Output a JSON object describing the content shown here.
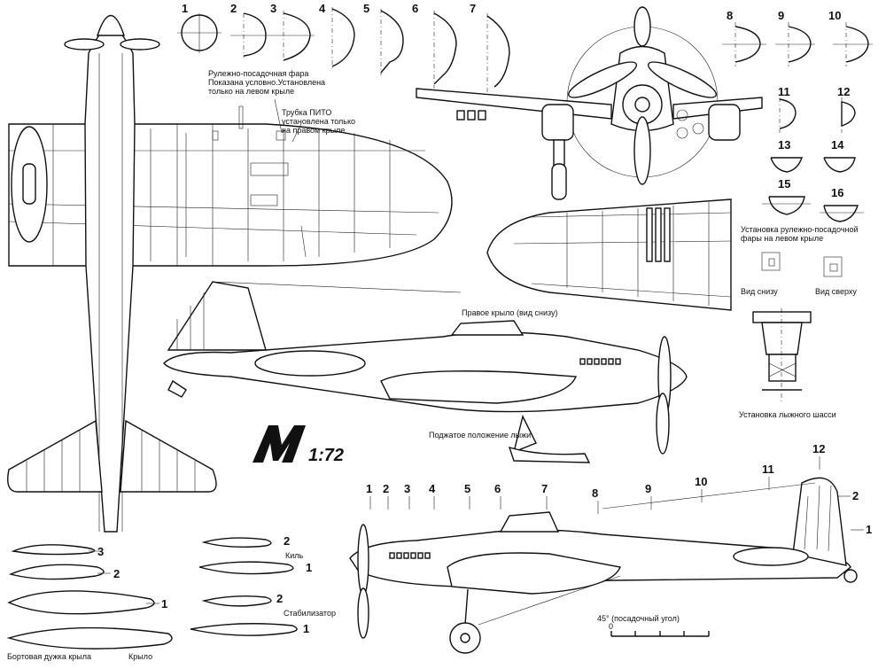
{
  "section_numbers_top": [
    "1",
    "2",
    "3",
    "4",
    "5",
    "6",
    "7",
    "8",
    "9",
    "10",
    "11",
    "12",
    "13",
    "14",
    "15",
    "16"
  ],
  "annotations": {
    "taxi_light": "Рулежно-посадочная фара\nПоказана условно.Установлена\nтолько на левом крыле",
    "pitot": "Трубка ПИТО\nустановлена только\nна правом крыле",
    "right_wing_bottom": "Правое крыло (вид снизу)",
    "landing_light_install": "Установка рулежно-посадочной\nфары на левом крыле",
    "view_bottom": "Вид снизу",
    "view_top": "Вид сверху",
    "ski_install": "Установка лыжного шасси",
    "ski_retracted": "Поджатое положение лыжи",
    "landing_angle": "45° (посадочный угол)"
  },
  "logo": {
    "letter": "M",
    "scale": "1:72"
  },
  "profiles": {
    "wing_root_label": "Бортовая дужка крыла",
    "wing_label": "Крыло",
    "fin_label": "Киль",
    "stabilizer_label": "Стабилизатор",
    "wing_numbers": [
      "3",
      "2",
      "1"
    ],
    "fin_numbers": [
      "2",
      "1"
    ],
    "stab_numbers": [
      "2",
      "1"
    ]
  },
  "side_view_stations": [
    "1",
    "2",
    "3",
    "4",
    "5",
    "6",
    "7",
    "8",
    "9",
    "10",
    "11",
    "12"
  ],
  "tail_markers": [
    "2",
    "1"
  ],
  "scale_bar": {
    "ticks": [
      "0",
      "",
      "",
      "",
      ""
    ]
  }
}
